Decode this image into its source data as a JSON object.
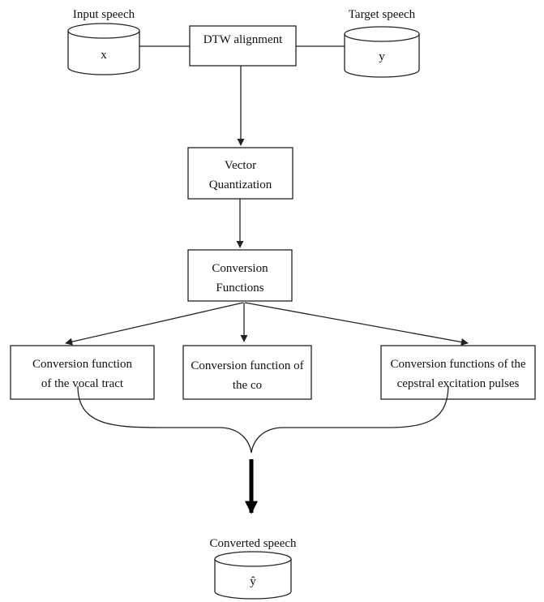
{
  "input_db": {
    "caption": "Input speech",
    "symbol": "x"
  },
  "target_db": {
    "caption": "Target speech",
    "symbol": "y"
  },
  "dtw": {
    "label": "DTW alignment"
  },
  "vq": {
    "line1": "Vector",
    "line2": "Quantization"
  },
  "conv": {
    "line1": "Conversion",
    "line2": "Functions"
  },
  "vocal": {
    "line1": "Conversion function",
    "line2": "of the vocal tract"
  },
  "f0": {
    "line1": "Conversion function of",
    "line2": "the co"
  },
  "cep": {
    "line1": "Conversion functions of the",
    "line2": "cepstral excitation pulses"
  },
  "output_db": {
    "caption": "Converted speech",
    "symbol": "ŷ"
  },
  "colors": {
    "stroke": "#222222",
    "text": "#111111",
    "background": "#ffffff"
  }
}
